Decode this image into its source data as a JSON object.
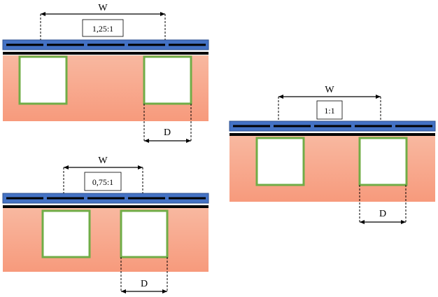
{
  "colors": {
    "plate_fill": "#4472C4",
    "plate_stroke": "#2F528F",
    "substrate_top": "#F8B8A0",
    "substrate_bottom": "#F79A7C",
    "window_stroke": "#70AD47",
    "line": "#000000"
  },
  "panels": [
    {
      "id": "panel-ratio-125",
      "w_label": "W",
      "ratio_label": "1,25:1",
      "d_label": "D"
    },
    {
      "id": "panel-ratio-1",
      "w_label": "W",
      "ratio_label": "1:1",
      "d_label": "D"
    },
    {
      "id": "panel-ratio-075",
      "w_label": "W",
      "ratio_label": "0,75:1",
      "d_label": "D"
    }
  ]
}
